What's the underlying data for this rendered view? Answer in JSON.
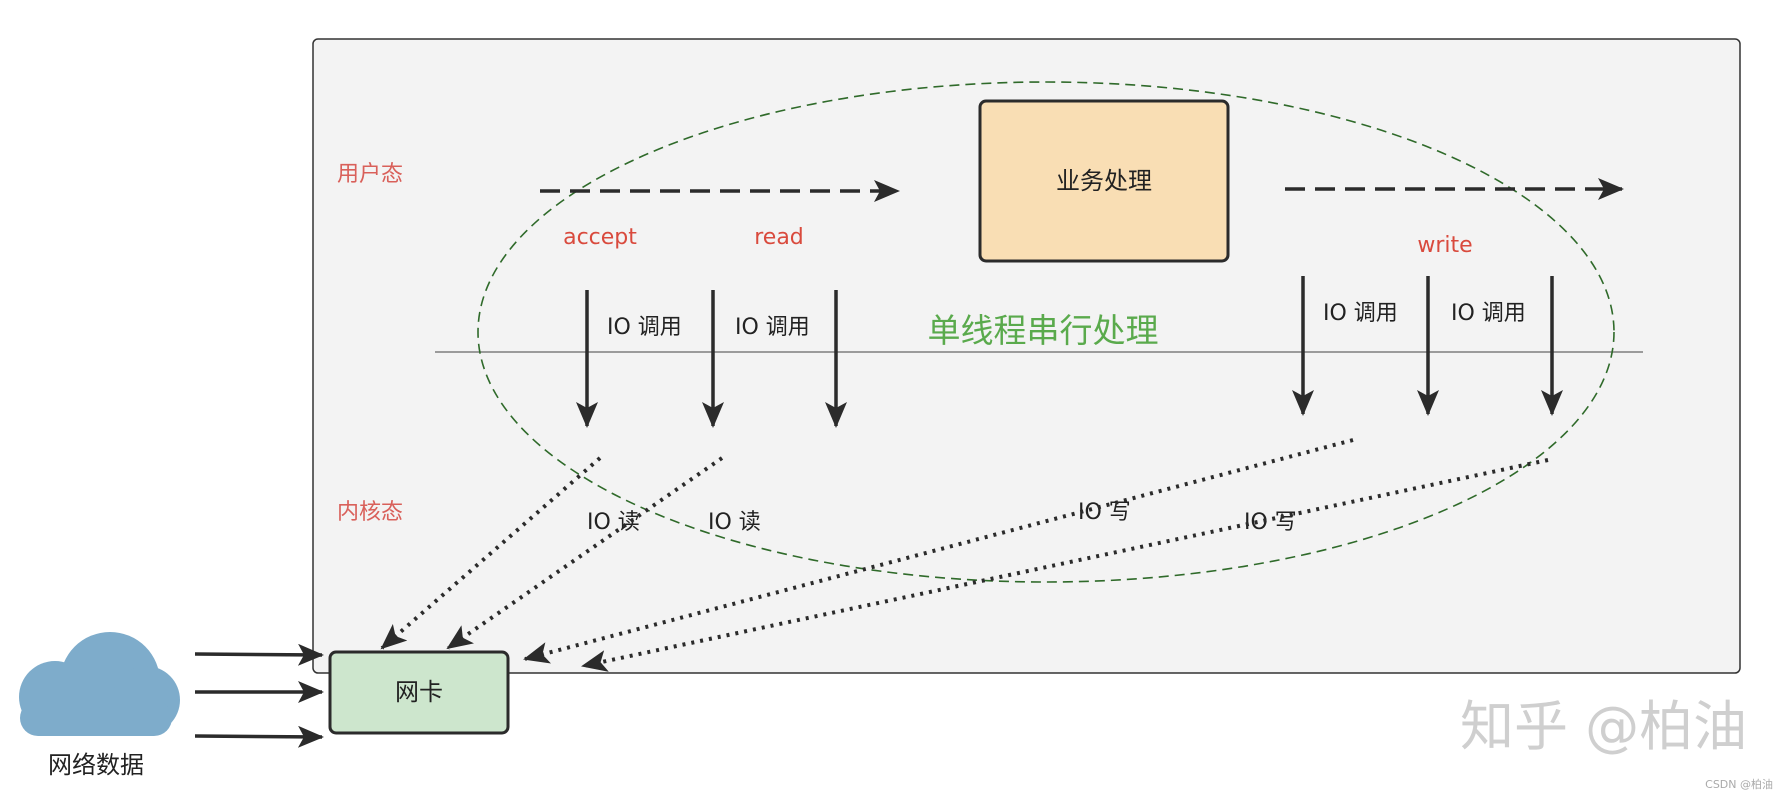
{
  "diagram": {
    "layers": {
      "user": "用户态",
      "kernel": "内核态"
    },
    "business_box": "业务处理",
    "thread_label": "单线程串行处理",
    "calls": {
      "accept": "accept",
      "read": "read",
      "write": "write"
    },
    "io_call": "IO 调用",
    "io_read": "IO 读",
    "io_write": "IO 写",
    "nic": "网卡",
    "network": "网络数据"
  },
  "watermark": {
    "main": "知乎 @柏油",
    "small": "CSDN @柏油"
  },
  "colors": {
    "user_label": "#d9605a",
    "call_label": "#d94a3d",
    "thread_label": "#5aaa4c",
    "ellipse": "#2f6a2a",
    "business_fill": "#f9deb4",
    "nic_fill": "#cde6cd",
    "panel_fill": "#f3f3f3",
    "cloud": "#7eaccb"
  }
}
